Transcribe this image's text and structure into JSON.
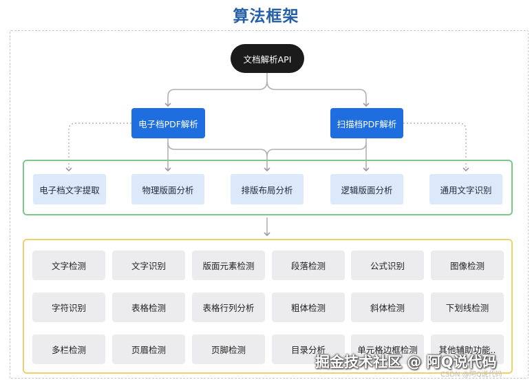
{
  "title": "算法框架",
  "api": "文档解析API",
  "parsers": {
    "electronic": "电子档PDF解析",
    "scanned": "扫描档PDF解析"
  },
  "modules": [
    "电子档文字提取",
    "物理版面分析",
    "排版布局分析",
    "逻辑版面分析",
    "通用文字识别"
  ],
  "detectors": [
    [
      "文字检测",
      "文字识别",
      "版面元素检测",
      "段落检测",
      "公式识别",
      "图像检测"
    ],
    [
      "字符识别",
      "表格检测",
      "表格行列分析",
      "粗体检测",
      "斜体检测",
      "下划线检测"
    ],
    [
      "多栏检测",
      "页眉检测",
      "页脚检测",
      "目录分析",
      "单元格边框检测",
      "其他辅助功能.."
    ]
  ],
  "watermark": {
    "main": "掘金技术社区 @ 阿Q说代码",
    "small": "CSDN @阿Q说代码"
  },
  "colors": {
    "title": "#245fa8",
    "api_bg": "#1b1b1b",
    "parser_bg": "#1f6ee0",
    "module_bg": "#dbe9fb",
    "module_frame": "#7cc88a",
    "detector_bg": "#ececee",
    "detector_frame": "#f3cf6a",
    "connector": "#b0b0b0"
  }
}
